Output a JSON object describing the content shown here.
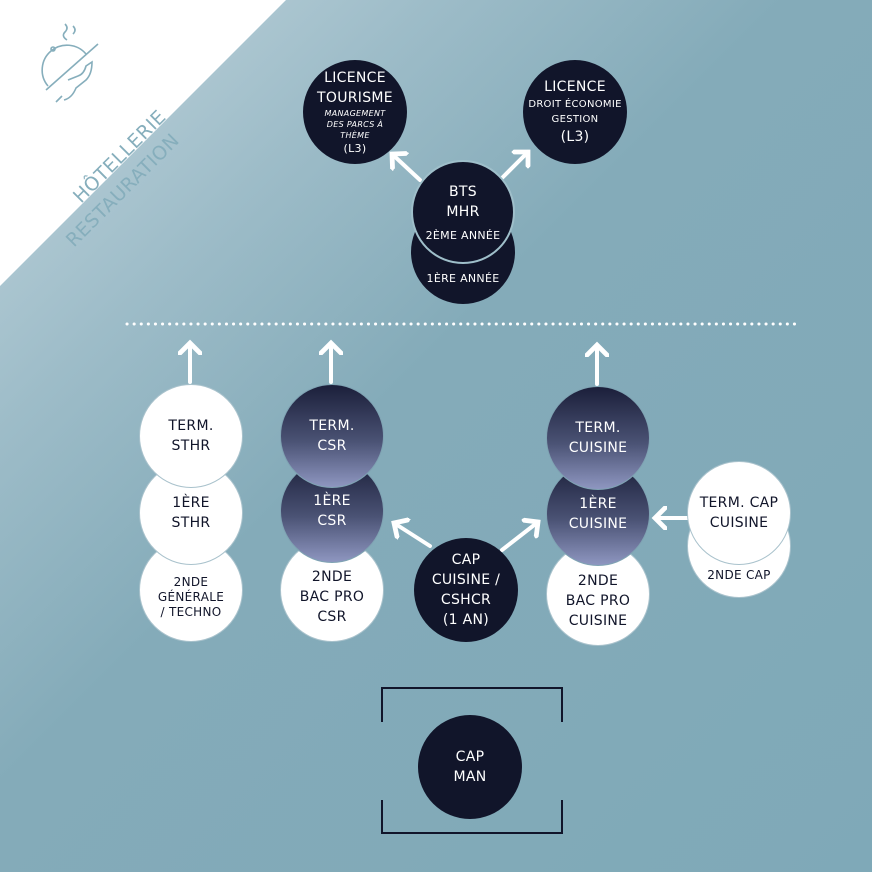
{
  "logo": {
    "line1": "HÔTELLERIE",
    "line2": "RESTAURATION",
    "icon": "cloche-hand-icon"
  },
  "licence_tourisme": {
    "title": "LICENCE",
    "subtitle": "TOURISME",
    "detail1": "MANAGEMENT",
    "detail2": "DES PARCS À",
    "detail3": "THÈME",
    "level": "(L3)"
  },
  "licence_droit": {
    "title": "LICENCE",
    "detail1": "DROIT ÉCONOMIE",
    "detail2": "GESTION",
    "level": "(L3)"
  },
  "bts": {
    "line1": "BTS",
    "line2": "MHR",
    "year2": "2ÈME ANNÉE",
    "year1": "1ÈRE ANNÉE"
  },
  "sthr": {
    "term1": "TERM.",
    "term2": "STHR",
    "first1": "1ÈRE",
    "first2": "STHR",
    "second1": "2NDE",
    "second2": "GÉNÉRALE",
    "second3": "/ TECHNO"
  },
  "csr": {
    "term1": "TERM.",
    "term2": "CSR",
    "first1": "1ÈRE",
    "first2": "CSR",
    "second1": "2NDE",
    "second2": "BAC PRO",
    "second3": "CSR"
  },
  "cap_cuisine_cshcr": {
    "l1": "CAP",
    "l2": "CUISINE /",
    "l3": "CSHCR",
    "l4": "(1 AN)"
  },
  "cuisine": {
    "term1": "TERM.",
    "term2": "CUISINE",
    "first1": "1ÈRE",
    "first2": "CUISINE",
    "second1": "2NDE",
    "second2": "BAC PRO",
    "second3": "CUISINE"
  },
  "cap": {
    "term1": "TERM. CAP",
    "term2": "CUISINE",
    "second": "2NDE CAP"
  },
  "cap_man": {
    "l1": "CAP",
    "l2": "MAN"
  },
  "colors": {
    "dark": "#11152a",
    "accent": "#7fa9b8",
    "white": "#ffffff"
  }
}
